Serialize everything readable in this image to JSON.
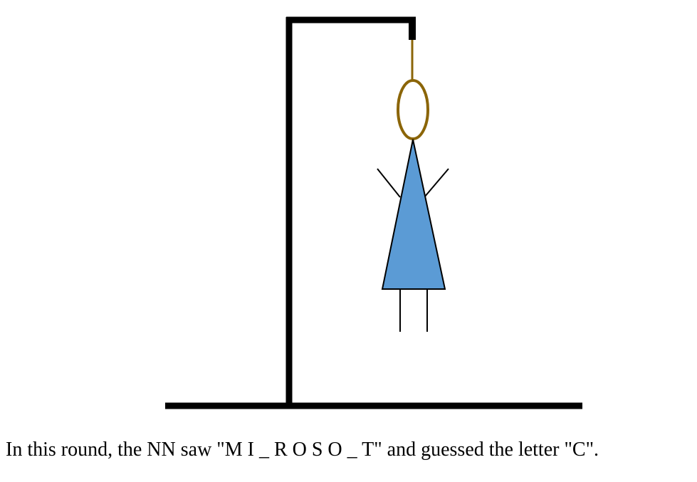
{
  "game": {
    "type": "hangman",
    "caption": "In this round, the NN saw \"M I _ R O S O _ T\" and guessed the letter \"C\".",
    "word_seen": "M I _ R O S O _ T",
    "guessed_letter": "C",
    "figure_parts_drawn": [
      "rope",
      "head-noose",
      "body-dress",
      "left-arm",
      "right-arm",
      "left-leg",
      "right-leg"
    ]
  },
  "colors": {
    "gallows": "#000000",
    "rope": "#8b6508",
    "dress": "#5b9bd5",
    "outline": "#000000",
    "background": "#ffffff"
  }
}
